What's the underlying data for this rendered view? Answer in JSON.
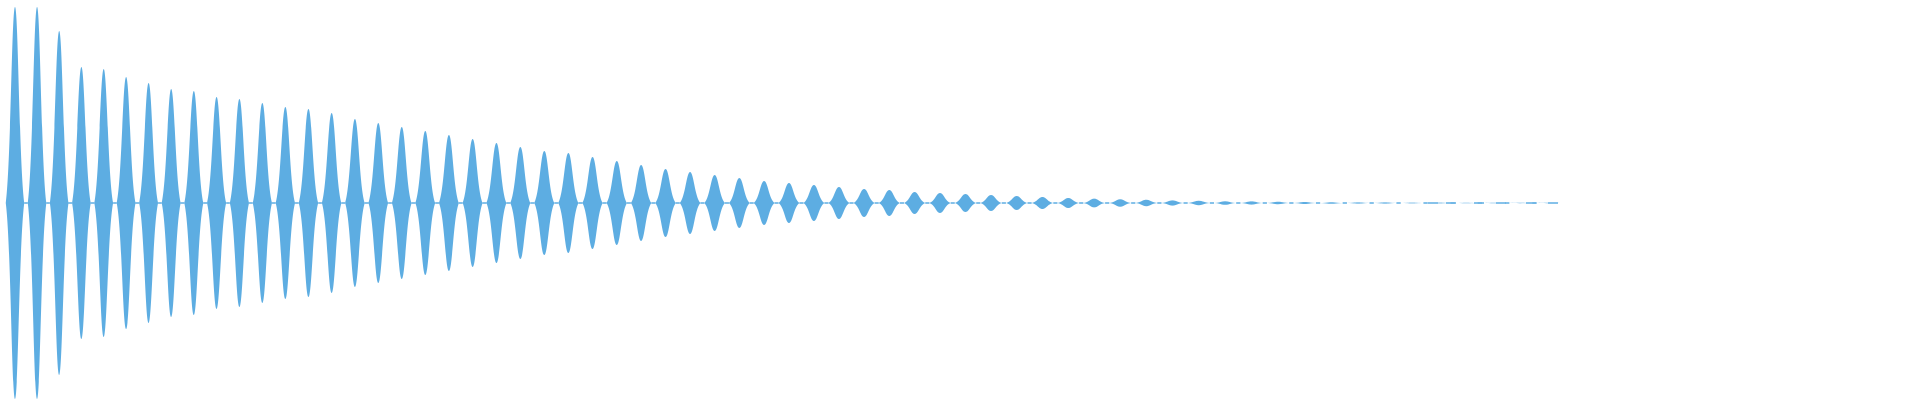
{
  "waveform": {
    "color": "#5dade2",
    "background": "#ffffff",
    "shape": "decaying-oscillation",
    "peak_envelope": [
      0.98,
      0.98,
      0.86,
      0.68,
      0.67,
      0.63,
      0.6,
      0.57,
      0.56,
      0.53,
      0.52,
      0.5,
      0.48,
      0.47,
      0.45,
      0.42,
      0.4,
      0.38,
      0.36,
      0.34,
      0.32,
      0.3,
      0.28,
      0.26,
      0.25,
      0.23,
      0.21,
      0.19,
      0.17,
      0.155,
      0.14,
      0.125,
      0.11,
      0.1,
      0.09,
      0.08,
      0.07,
      0.065,
      0.055,
      0.05,
      0.045,
      0.04,
      0.035,
      0.03,
      0.025,
      0.022,
      0.019,
      0.016,
      0.013,
      0.011,
      0.009,
      0.008,
      0.006,
      0.005,
      0.004,
      0.003,
      0.003,
      0.002,
      0.002,
      0.0015,
      0.0012,
      0.001,
      0.001
    ]
  }
}
